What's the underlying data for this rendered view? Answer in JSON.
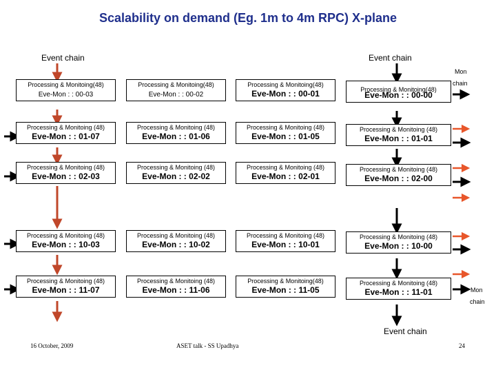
{
  "title": "Scalability on demand (Eg. 1m to 4m RPC)  X-plane",
  "labels": {
    "event_chain_left": "Event chain",
    "event_chain_right": "Event chain",
    "event_chain_bottom": "Event chain",
    "mon_top_1": "Mon",
    "mon_top_2": "chain",
    "mon_bottom_1": "Mon",
    "mon_bottom_2": "chain"
  },
  "rows": [
    {
      "cells": [
        {
          "process": "Processing & Monitoing(48)",
          "eve": "Eve-Mon : : 00-03"
        },
        {
          "process": "Processing & Monitoing(48)",
          "eve": "Eve-Mon : : 00-02"
        },
        {
          "process": "Processing & Monitoing(48)",
          "eve": "Eve-Mon : : 00-01"
        },
        {
          "process": "Processing & Monitoing(48)",
          "eve": "Eve-Mon : : 00-00"
        }
      ]
    },
    {
      "cells": [
        {
          "process": "Processing & Monitoing (48)",
          "eve": "Eve-Mon : : 01-07"
        },
        {
          "process": "Processing & Monitoing (48)",
          "eve": "Eve-Mon : : 01-06"
        },
        {
          "process": "Processing & Monitoing (48)",
          "eve": "Eve-Mon : : 01-05"
        },
        {
          "process": "Processing & Monitoing (48)",
          "eve": "Eve-Mon : : 01-01"
        }
      ]
    },
    {
      "cells": [
        {
          "process": "Processing & Monitoing (48)",
          "eve": "Eve-Mon : : 02-03"
        },
        {
          "process": "Processing & Monitoing (48)",
          "eve": "Eve-Mon : : 02-02"
        },
        {
          "process": "Processing & Monitoing (48)",
          "eve": "Eve-Mon : : 02-01"
        },
        {
          "process": "Processing & Monitoing (48)",
          "eve": "Eve-Mon : : 02-00"
        }
      ]
    },
    {
      "cells": [
        {
          "process": "Processing & Monitoing (48)",
          "eve": "Eve-Mon : : 10-03"
        },
        {
          "process": "Processing & Monitoing (48)",
          "eve": "Eve-Mon : : 10-02"
        },
        {
          "process": "Processing & Monitoing (48)",
          "eve": "Eve-Mon : : 10-01"
        },
        {
          "process": "Processing & Monitoing (48)",
          "eve": "Eve-Mon : : 10-00"
        }
      ]
    },
    {
      "cells": [
        {
          "process": "Processing & Monitoing (48)",
          "eve": "Eve-Mon : : 11-07"
        },
        {
          "process": "Processing & Monitoing (48)",
          "eve": "Eve-Mon : : 11-06"
        },
        {
          "process": "Processing & Monitoing(48)",
          "eve": "Eve-Mon : : 11-05"
        },
        {
          "process": "Processing & Monitoing (48)",
          "eve": "Eve-Mon : : 11-01"
        }
      ]
    }
  ],
  "footer": {
    "date": "16 October, 2009",
    "talk": "ASET talk - SS Upadhya",
    "page": "24"
  },
  "colors": {
    "title": "#1f2f8c",
    "event_arrow": "#c0472a",
    "mon_arrow": "#e8562a",
    "black_arrow": "#000000"
  }
}
